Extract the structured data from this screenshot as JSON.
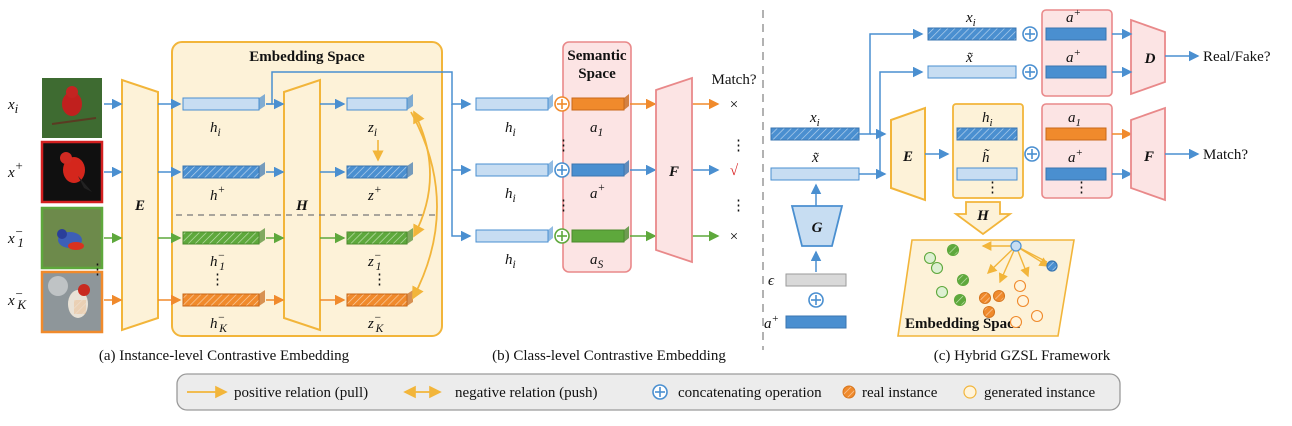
{
  "colors": {
    "blue": "#4A8FD0",
    "blue_light": "#C7DDF2",
    "orange": "#F08A2C",
    "green": "#5EA83C",
    "yellow_fill": "#FDF2D8",
    "yellow_border": "#F2B53A",
    "pink_fill": "#FCE4E4",
    "pink_border": "#E9898A",
    "gray": "#888888",
    "check_red": "#D92525"
  },
  "panel_a": {
    "embedding_space_title": "Embedding Space",
    "caption": "(a) Instance-level Contrastive Embedding",
    "inputs": [
      "x",
      "x",
      "x",
      "x"
    ],
    "input_subs": [
      "i",
      "",
      "1",
      "K"
    ],
    "input_sups": [
      "",
      "+",
      "−",
      "−"
    ],
    "encoder": "E",
    "projection": "H",
    "h_labels": [
      "h",
      "h",
      "h",
      "h"
    ],
    "h_subs": [
      "i",
      "",
      "1",
      "K"
    ],
    "h_sups": [
      "",
      "+",
      "−",
      "−"
    ],
    "z_labels": [
      "z",
      "z",
      "z",
      "z"
    ],
    "z_subs": [
      "i",
      "",
      "1",
      "K"
    ],
    "z_sups": [
      "",
      "+",
      "−",
      "−"
    ],
    "dots": "⋮"
  },
  "panel_b": {
    "semantic_space_title_1": "Semantic",
    "semantic_space_title_2": "Space",
    "caption": "(b) Class-level Contrastive Embedding",
    "h_labels": [
      "h",
      "h",
      "h"
    ],
    "h_subs": [
      "i",
      "i",
      "i"
    ],
    "a_labels": [
      "a",
      "a",
      "a"
    ],
    "a_subs": [
      "1",
      "",
      "S"
    ],
    "a_sups": [
      "",
      "+",
      ""
    ],
    "classifier": "F",
    "match_label": "Match?",
    "results": [
      "×",
      "√",
      "×"
    ],
    "dots": "⋮"
  },
  "panel_c": {
    "caption": "(c) Hybrid GZSL Framework",
    "top_x": "x",
    "top_x_sub": "i",
    "top_xtilde": "x̃",
    "top_a": [
      "a",
      "a"
    ],
    "top_a_sup": [
      "+",
      "+"
    ],
    "discriminator": "D",
    "real_fake": "Real/Fake?",
    "left_x": "x",
    "left_x_sub": "i",
    "left_xtilde": "x̃",
    "encoder": "E",
    "generator": "G",
    "noise": "ϵ",
    "noise_a": "a",
    "noise_a_sup": "+",
    "h_labels": [
      "h",
      "h̃"
    ],
    "h_subs": [
      "i",
      ""
    ],
    "a_labels": [
      "a",
      "a"
    ],
    "a_subs": [
      "1",
      ""
    ],
    "a_sups": [
      "",
      "+"
    ],
    "projection": "H",
    "classifier": "F",
    "match_label": "Match?",
    "embedding_space_label": "Embedding Space",
    "dots": "⋮"
  },
  "legend": {
    "positive": "positive relation (pull)",
    "negative": "negative relation (push)",
    "concat": "concatenating operation",
    "real": "real instance",
    "generated": "generated instance"
  }
}
